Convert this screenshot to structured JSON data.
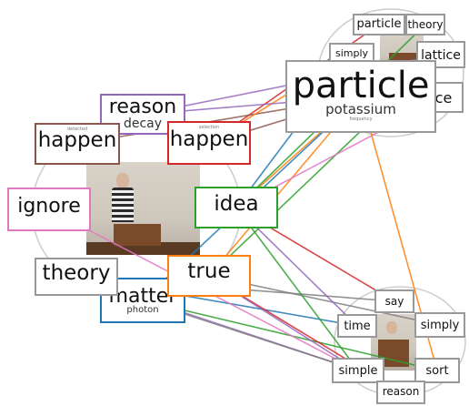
{
  "colors": {
    "background": "#ffffff",
    "edge_palette": [
      "#1f77b4",
      "#ff7f0e",
      "#2ca02c",
      "#d62728",
      "#9467bd",
      "#8c564b",
      "#e377c2",
      "#7f7f7f"
    ]
  },
  "clusters": [
    {
      "id": "left",
      "photo": "lecturer-photo",
      "words": [
        {
          "id": "happen-left",
          "word": "happen",
          "sub": "",
          "tiny": "detected",
          "border": "#8c564b"
        },
        {
          "id": "reason-left",
          "word": "reason",
          "sub": "decay",
          "tiny": "",
          "border": "#9467bd"
        },
        {
          "id": "happen-mid",
          "word": "happen",
          "sub": "",
          "tiny": "selection",
          "border": "#d62728"
        },
        {
          "id": "ignore",
          "word": "ignore",
          "sub": "",
          "tiny": "",
          "border": "#e377c2"
        },
        {
          "id": "idea",
          "word": "idea",
          "sub": "",
          "tiny": "",
          "border": "#2ca02c"
        },
        {
          "id": "theory",
          "word": "theory",
          "sub": "",
          "tiny": "",
          "border": "#999999"
        },
        {
          "id": "matter",
          "word": "matter",
          "sub": "photon",
          "tiny": "",
          "border": "#1f77b4"
        },
        {
          "id": "true",
          "word": "true",
          "sub": "",
          "tiny": "",
          "border": "#ff7f0e"
        }
      ]
    },
    {
      "id": "top-right",
      "photo": "top-right-photo",
      "words": [
        {
          "id": "particle-big",
          "word": "particle",
          "sub": "potassium",
          "tiny": "frequency",
          "border": "#999999"
        },
        {
          "id": "particle-small",
          "word": "particle",
          "sub": "",
          "tiny": "",
          "border": "#999999"
        },
        {
          "id": "theory-small",
          "word": "theory",
          "sub": "",
          "tiny": "",
          "border": "#999999"
        },
        {
          "id": "simply-top",
          "word": "simply",
          "sub": "",
          "tiny": "",
          "border": "#999999"
        },
        {
          "id": "lattice",
          "word": "lattice",
          "sub": "",
          "tiny": "",
          "border": "#999999"
        },
        {
          "id": "ice",
          "word": "ce",
          "sub": "",
          "tiny": "",
          "border": "#999999"
        }
      ]
    },
    {
      "id": "bottom-right",
      "photo": "bottom-right-photo",
      "words": [
        {
          "id": "say",
          "word": "say",
          "sub": "",
          "tiny": "",
          "border": "#999999"
        },
        {
          "id": "time",
          "word": "time",
          "sub": "",
          "tiny": "",
          "border": "#999999"
        },
        {
          "id": "simply-bottom",
          "word": "simply",
          "sub": "",
          "tiny": "",
          "border": "#999999"
        },
        {
          "id": "simple",
          "word": "simple",
          "sub": "",
          "tiny": "",
          "border": "#999999"
        },
        {
          "id": "sort",
          "word": "sort",
          "sub": "",
          "tiny": "",
          "border": "#999999"
        },
        {
          "id": "reason-bottom",
          "word": "reason",
          "sub": "",
          "tiny": "",
          "border": "#999999"
        }
      ]
    }
  ],
  "edges": [
    {
      "from": "happen-mid",
      "to": "particle-big",
      "color": "#8c564b"
    },
    {
      "from": "happen-mid",
      "to": "particle-small",
      "color": "#d62728"
    },
    {
      "from": "reason-left",
      "to": "lattice",
      "color": "#9467bd"
    },
    {
      "from": "happen-left",
      "to": "particle-big",
      "color": "#8c564b"
    },
    {
      "from": "idea",
      "to": "particle-big",
      "color": "#ff7f0e"
    },
    {
      "from": "idea",
      "to": "theory-small",
      "color": "#2ca02c"
    },
    {
      "from": "idea",
      "to": "simply-top",
      "color": "#1f77b4"
    },
    {
      "from": "true",
      "to": "particle-big",
      "color": "#ff7f0e"
    },
    {
      "from": "true",
      "to": "lattice",
      "color": "#2ca02c"
    },
    {
      "from": "matter",
      "to": "particle-big",
      "color": "#1f77b4"
    },
    {
      "from": "idea",
      "to": "ice",
      "color": "#e377c2"
    },
    {
      "from": "theory",
      "to": "say",
      "color": "#7f7f7f"
    },
    {
      "from": "theory",
      "to": "time",
      "color": "#1f77b4"
    },
    {
      "from": "theory",
      "to": "simple",
      "color": "#9467bd"
    },
    {
      "from": "matter",
      "to": "simple",
      "color": "#7f7f7f"
    },
    {
      "from": "matter",
      "to": "sort",
      "color": "#2ca02c"
    },
    {
      "from": "true",
      "to": "simply-bottom",
      "color": "#7f7f7f"
    },
    {
      "from": "true",
      "to": "reason-bottom",
      "color": "#d62728"
    },
    {
      "from": "idea",
      "to": "say",
      "color": "#d62728"
    },
    {
      "from": "idea",
      "to": "time",
      "color": "#9467bd"
    },
    {
      "from": "idea",
      "to": "simple",
      "color": "#2ca02c"
    },
    {
      "from": "true",
      "to": "simple",
      "color": "#9467bd"
    },
    {
      "from": "particle-big",
      "to": "sort",
      "color": "#ff7f0e"
    },
    {
      "from": "happen-mid",
      "to": "simply-top",
      "color": "#ff7f0e"
    },
    {
      "from": "ignore",
      "to": "simple",
      "color": "#e377c2"
    },
    {
      "from": "reason-left",
      "to": "particle-big",
      "color": "#9467bd"
    }
  ]
}
